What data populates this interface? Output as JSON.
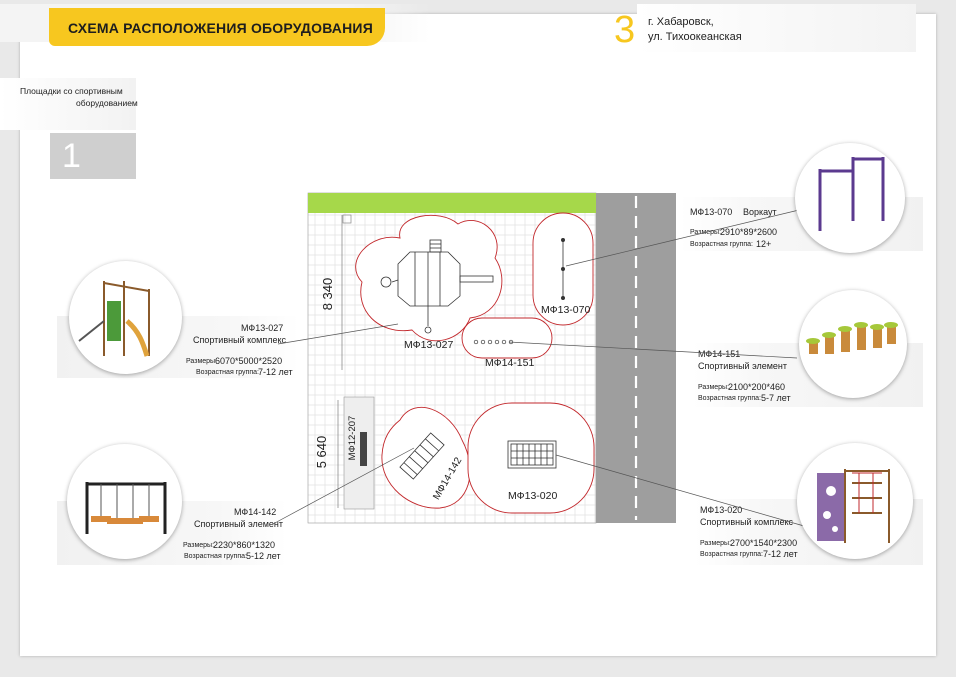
{
  "header": {
    "title": "СХЕМА РАСПОЛОЖЕНИЯ ОБОРУДОВАНИЯ",
    "number": "3",
    "address_line1": "г. Хабаровск,",
    "address_line2": "ул. Тихоокеанская"
  },
  "section": {
    "label_line1": "Площадки со спортивным",
    "label_line2": "оборудованием",
    "number": "1"
  },
  "plan": {
    "dim_top": "8 340",
    "dim_bottom": "5 640",
    "labels": {
      "mf13_027": "МФ13-027",
      "mf13_070": "МФ13-070",
      "mf14_151": "МФ14-151",
      "mf12_207": "МФ12-207",
      "mf14_142": "МФ14-142",
      "mf13_020": "МФ13-020"
    }
  },
  "equipment": [
    {
      "code": "МФ13-070",
      "name": "Воркаут",
      "size_label": "Размеры:",
      "size": "2910*89*2600",
      "age_label": "Возрастная группа:",
      "age": "12+"
    },
    {
      "code": "МФ13-027",
      "name": "Спортивный комплекс",
      "size_label": "Размеры:",
      "size": "6070*5000*2520",
      "age_label": "Возрастная группа:",
      "age": "7-12 лет"
    },
    {
      "code": "МФ14-151",
      "name": "Спортивный элемент",
      "size_label": "Размеры:",
      "size": "2100*200*460",
      "age_label": "Возрастная группа:",
      "age": "5-7 лет"
    },
    {
      "code": "МФ14-142",
      "name": "Спортивный элемент",
      "size_label": "Размеры:",
      "size": "2230*860*1320",
      "age_label": "Возрастная группа:",
      "age": "5-12 лет"
    },
    {
      "code": "МФ13-020",
      "name": "Спортивный комплекс",
      "size_label": "Размеры:",
      "size": "2700*1540*2300",
      "age_label": "Возрастная группа:",
      "age": "7-12 лет"
    }
  ],
  "colors": {
    "accent": "#f7c71f",
    "grass": "#a6d84a",
    "road": "#9e9e9e",
    "zone_line": "#c2282c",
    "photo_frame": "#5b3a8f"
  }
}
